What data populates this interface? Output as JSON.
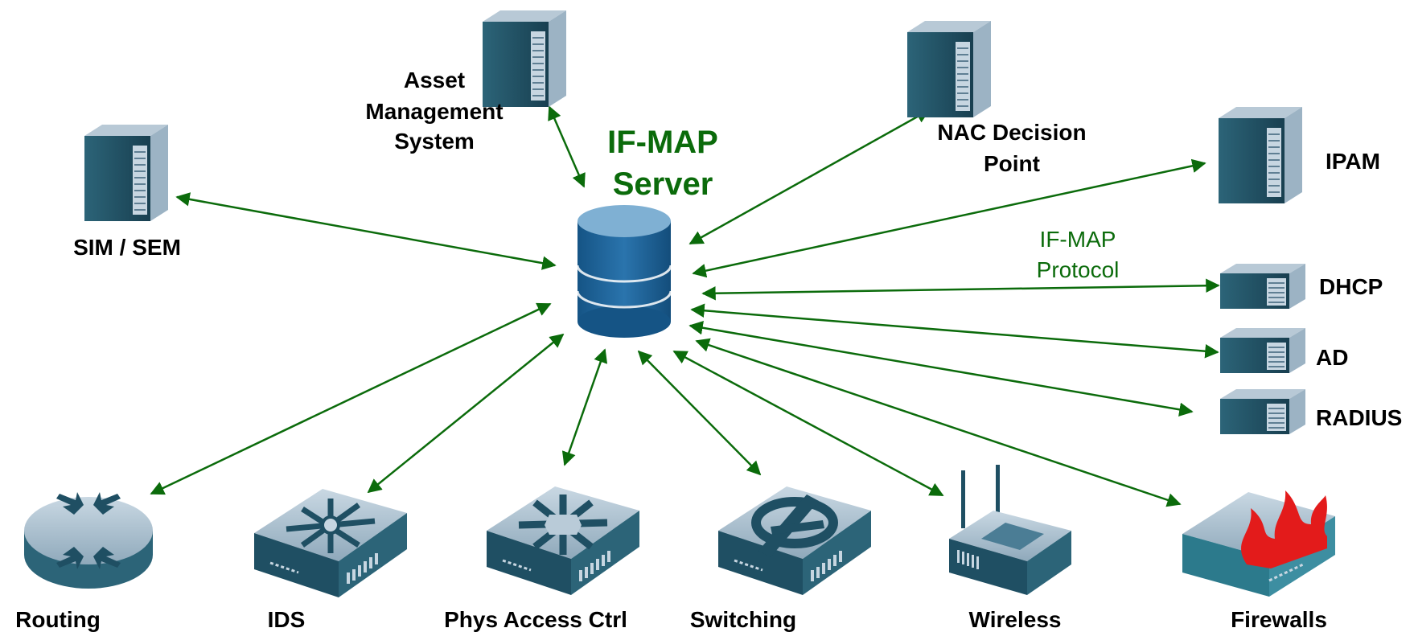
{
  "colors": {
    "accent": "#0b6b0b",
    "arrow": "#0b6b0b",
    "device_dark": "#1f4f63",
    "device_light": "#b9cbd8",
    "cylinder": "#1d5f95",
    "firewall_flame": "#e31b1b"
  },
  "hub": {
    "title_line1": "IF-MAP",
    "title_line2": "Server",
    "icon": "database-cylinder-icon"
  },
  "protocol_label": {
    "line1": "IF-MAP",
    "line2": "Protocol"
  },
  "servers": {
    "asset_management": {
      "line1": "Asset",
      "line2": "Management",
      "line3": "System",
      "icon": "tower-server-icon"
    },
    "sim_sem": {
      "label": "SIM / SEM",
      "icon": "tower-server-icon"
    },
    "nac_decision_point": {
      "line1": "NAC Decision",
      "line2": "Point",
      "icon": "tower-server-icon"
    },
    "ipam": {
      "label": "IPAM",
      "icon": "tower-server-icon"
    },
    "dhcp": {
      "label": "DHCP",
      "icon": "rack-server-icon"
    },
    "ad": {
      "label": "AD",
      "icon": "rack-server-icon"
    },
    "radius": {
      "label": "RADIUS",
      "icon": "rack-server-icon"
    }
  },
  "devices": {
    "routing": {
      "label": "Routing",
      "icon": "router-icon"
    },
    "ids": {
      "label": "IDS",
      "icon": "ids-appliance-icon"
    },
    "phys_access_ctrl": {
      "label": "Phys Access Ctrl",
      "icon": "access-control-appliance-icon"
    },
    "switching": {
      "label": "Switching",
      "icon": "switch-appliance-icon"
    },
    "wireless": {
      "label": "Wireless",
      "icon": "wireless-access-point-icon"
    },
    "firewalls": {
      "label": "Firewalls",
      "icon": "firewall-icon"
    }
  }
}
